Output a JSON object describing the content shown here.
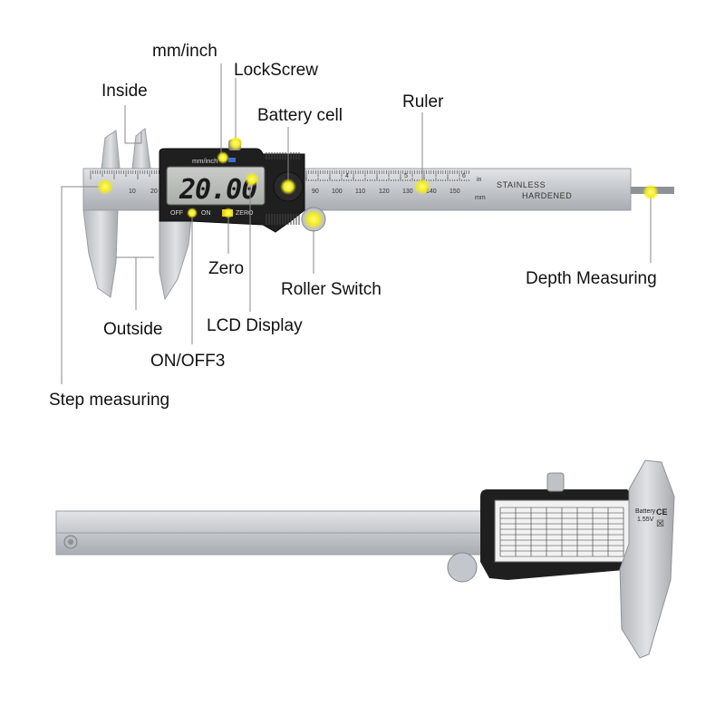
{
  "labels": {
    "mm_inch": "mm/inch",
    "lockscrew": "LockScrew",
    "inside": "Inside",
    "battery_cell": "Battery cell",
    "ruler": "Ruler",
    "zero": "Zero",
    "roller_switch": "Roller Switch",
    "depth_measuring": "Depth Measuring",
    "outside": "Outside",
    "lcd_display": "LCD Display",
    "on_off": "ON/OFF3",
    "step_measuring": "Step measuring"
  },
  "top_caliper": {
    "display_reading": "20.00",
    "mode_label": "mm/inch",
    "btn_off": "OFF",
    "btn_on": "ON",
    "btn_zero": "ZERO",
    "scale_numbers": [
      "10",
      "20",
      "90",
      "100",
      "110",
      "120",
      "130",
      "140",
      "150"
    ],
    "inch_numbers": [
      "4",
      "5",
      "6"
    ],
    "unit_in": "in",
    "unit_mm": "mm",
    "stamp_line1": "STAINLESS",
    "stamp_line2": "HARDENED"
  },
  "bottom_caliper": {
    "battery_line1": "Battery",
    "battery_line2": "1.55V"
  },
  "colors": {
    "highlight": "#f4ec1a",
    "steel": "#c9cbce",
    "body": "#1e1e1e"
  }
}
